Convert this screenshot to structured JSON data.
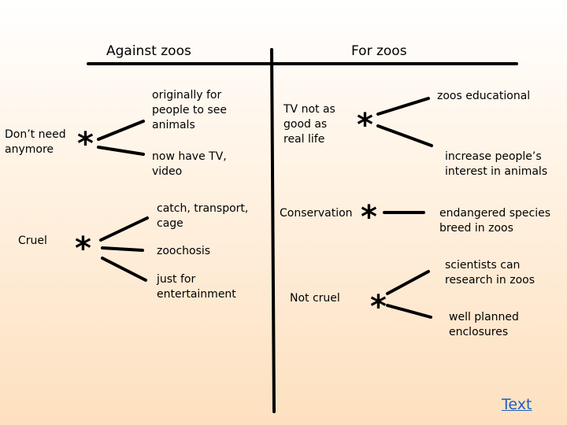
{
  "headings": {
    "against": "Against zoos",
    "for": "For zoos"
  },
  "against": {
    "groups": [
      {
        "label": "Don’t need\nanymore",
        "reasons": [
          "originally for\npeople to see\nanimals",
          "now have TV,\nvideo"
        ]
      },
      {
        "label": "Cruel",
        "reasons": [
          "catch, transport,\ncage",
          "zoochosis",
          "just for\nentertainment"
        ]
      }
    ]
  },
  "for": {
    "groups": [
      {
        "label": "TV not as\ngood as\nreal life",
        "reasons": [
          "zoos educational",
          "increase people’s\ninterest in animals"
        ]
      },
      {
        "label": "Conservation",
        "reasons": [
          "endangered species\nbreed in zoos"
        ]
      },
      {
        "label": "Not cruel",
        "reasons": [
          "scientists can\nresearch in zoos",
          "well planned\nenclosures"
        ]
      }
    ]
  },
  "star_symbol": "*",
  "link": {
    "label": "Text"
  }
}
